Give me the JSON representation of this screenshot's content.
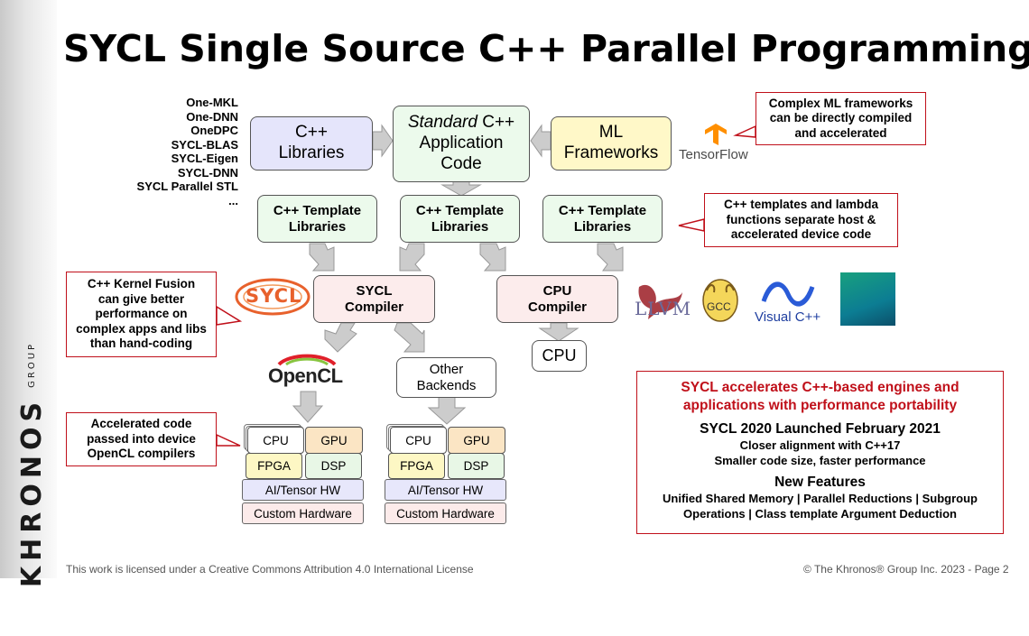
{
  "slide": {
    "title": "SYCL Single Source C++ Parallel Programming",
    "brand": {
      "name": "KHRONOS",
      "sub": "GROUP"
    },
    "library_list": [
      "One-MKL",
      "One-DNN",
      "OneDPC",
      "SYCL-BLAS",
      "SYCL-Eigen",
      "SYCL-DNN",
      "SYCL Parallel STL",
      "..."
    ]
  },
  "diagram": {
    "cpp_libraries": [
      "C++",
      "Libraries"
    ],
    "standard_cpp": {
      "italic": "Standard",
      "line1_rest": " C++",
      "line2": "Application",
      "line3": "Code"
    },
    "ml_frameworks": [
      "ML",
      "Frameworks"
    ],
    "tensorflow": "TensorFlow",
    "template_libraries": [
      [
        "C++ Template",
        "Libraries"
      ],
      [
        "C++ Template",
        "Libraries"
      ],
      [
        "C++ Template",
        "Libraries"
      ]
    ],
    "sycl_compiler": [
      "SYCL",
      "Compiler"
    ],
    "cpu_compiler": [
      "CPU",
      "Compiler"
    ],
    "cpu": "CPU",
    "sycl_logo": "SYCL",
    "opencl_logo": "OpenCL",
    "other_backends": [
      "Other",
      "Backends"
    ],
    "toolchain_logos": {
      "llvm": "LLVM",
      "gcc": "GCC",
      "visual_cpp": "Visual C++"
    },
    "device_stacks": [
      {
        "chips": [
          "CPU",
          "GPU",
          "FPGA",
          "DSP"
        ],
        "ai": "AI/Tensor HW",
        "custom": "Custom Hardware"
      },
      {
        "chips": [
          "CPU",
          "GPU",
          "FPGA",
          "DSP"
        ],
        "ai": "AI/Tensor HW",
        "custom": "Custom Hardware"
      }
    ]
  },
  "callouts": {
    "ml": [
      "Complex ML frameworks",
      "can be directly compiled",
      "and accelerated"
    ],
    "templates": [
      "C++ templates and lambda",
      "functions separate host &",
      "accelerated device code"
    ],
    "fusion": [
      "C++ Kernel Fusion",
      "can give better",
      "performance on",
      "complex apps and libs",
      "than hand-coding"
    ],
    "accelerated": [
      "Accelerated code",
      "passed into device",
      "OpenCL compilers"
    ]
  },
  "info_box": {
    "headline": [
      "SYCL accelerates C++-based engines and",
      "applications with performance portability"
    ],
    "launch": "SYCL 2020 Launched February 2021",
    "launch_points": [
      "Closer alignment with C++17",
      "Smaller code size, faster performance"
    ],
    "features_title": "New Features",
    "features": [
      "Unified Shared Memory | Parallel Reductions | Subgroup",
      "Operations | Class template Argument Deduction"
    ]
  },
  "footer": {
    "license": "This work is licensed under a Creative Commons Attribution 4.0 International License",
    "copyright": "© The Khronos® Group Inc. 2023 - Page 2"
  },
  "colors": {
    "accent_red": "#c0101a",
    "lavender": "#e5e5fb",
    "mint": "#ecfaec",
    "yellow": "#fff8c8",
    "peach": "#fcecec",
    "gpu": "#fbe5c4",
    "fpga": "#fdf7c4",
    "dsp": "#e8f7e6",
    "ai": "#e7e7fb",
    "custom": "#fcebea",
    "arrow": "#cccccc"
  }
}
